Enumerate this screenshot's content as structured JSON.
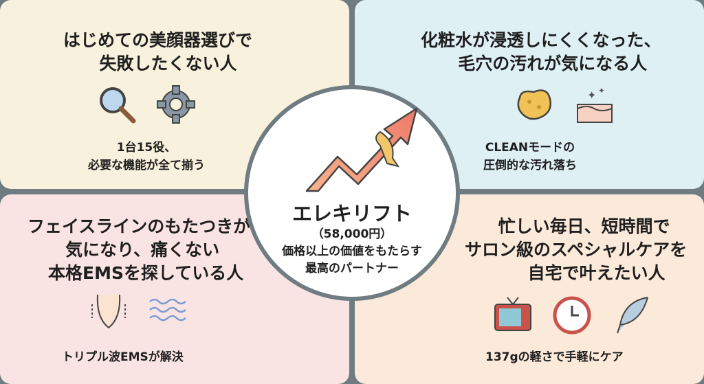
{
  "colors": {
    "background": "#6f7c81",
    "top_left": "#f8f1dd",
    "top_right": "#dff0f5",
    "bottom_left": "#f9e4e3",
    "bottom_right": "#fbe9d9"
  },
  "center": {
    "name": "エレキリフト",
    "price": "（58,000円）",
    "tagline_1": "価格以上の価値をもたらす",
    "tagline_2": "最高のパートナー",
    "icon": "rising-arrow-ribbon-icon"
  },
  "quadrants": {
    "top_left": {
      "title_1": "はじめての美顔器選びで",
      "title_2": "失敗したくない人",
      "sub_1": "1台15役、",
      "sub_2": "必要な機能が全て揃う",
      "icons": [
        "magnifier-icon",
        "gear-icon"
      ]
    },
    "top_right": {
      "title_1": "化粧水が浸透しにくくなった、",
      "title_2": "毛穴の汚れが気になる人",
      "sub_1": "CLEANモードの",
      "sub_2": "圧倒的な汚れ落ち",
      "icons": [
        "sponge-icon",
        "skin-sparkle-icon"
      ]
    },
    "bottom_left": {
      "title_1": "フェイスラインのもたつきが",
      "title_2": "気になり、痛くない",
      "title_3": "本格EMSを探している人",
      "sub_1": "トリプル波EMSが解決",
      "icons": [
        "face-icon",
        "wave-icon"
      ]
    },
    "bottom_right": {
      "title_1": "忙しい毎日、短時間で",
      "title_2": "サロン級のスペシャルケアを",
      "title_3": "自宅で叶えたい人",
      "sub_1": "137gの軽さで手軽にケア",
      "icons": [
        "tv-icon",
        "clock-icon",
        "feather-icon"
      ]
    }
  }
}
